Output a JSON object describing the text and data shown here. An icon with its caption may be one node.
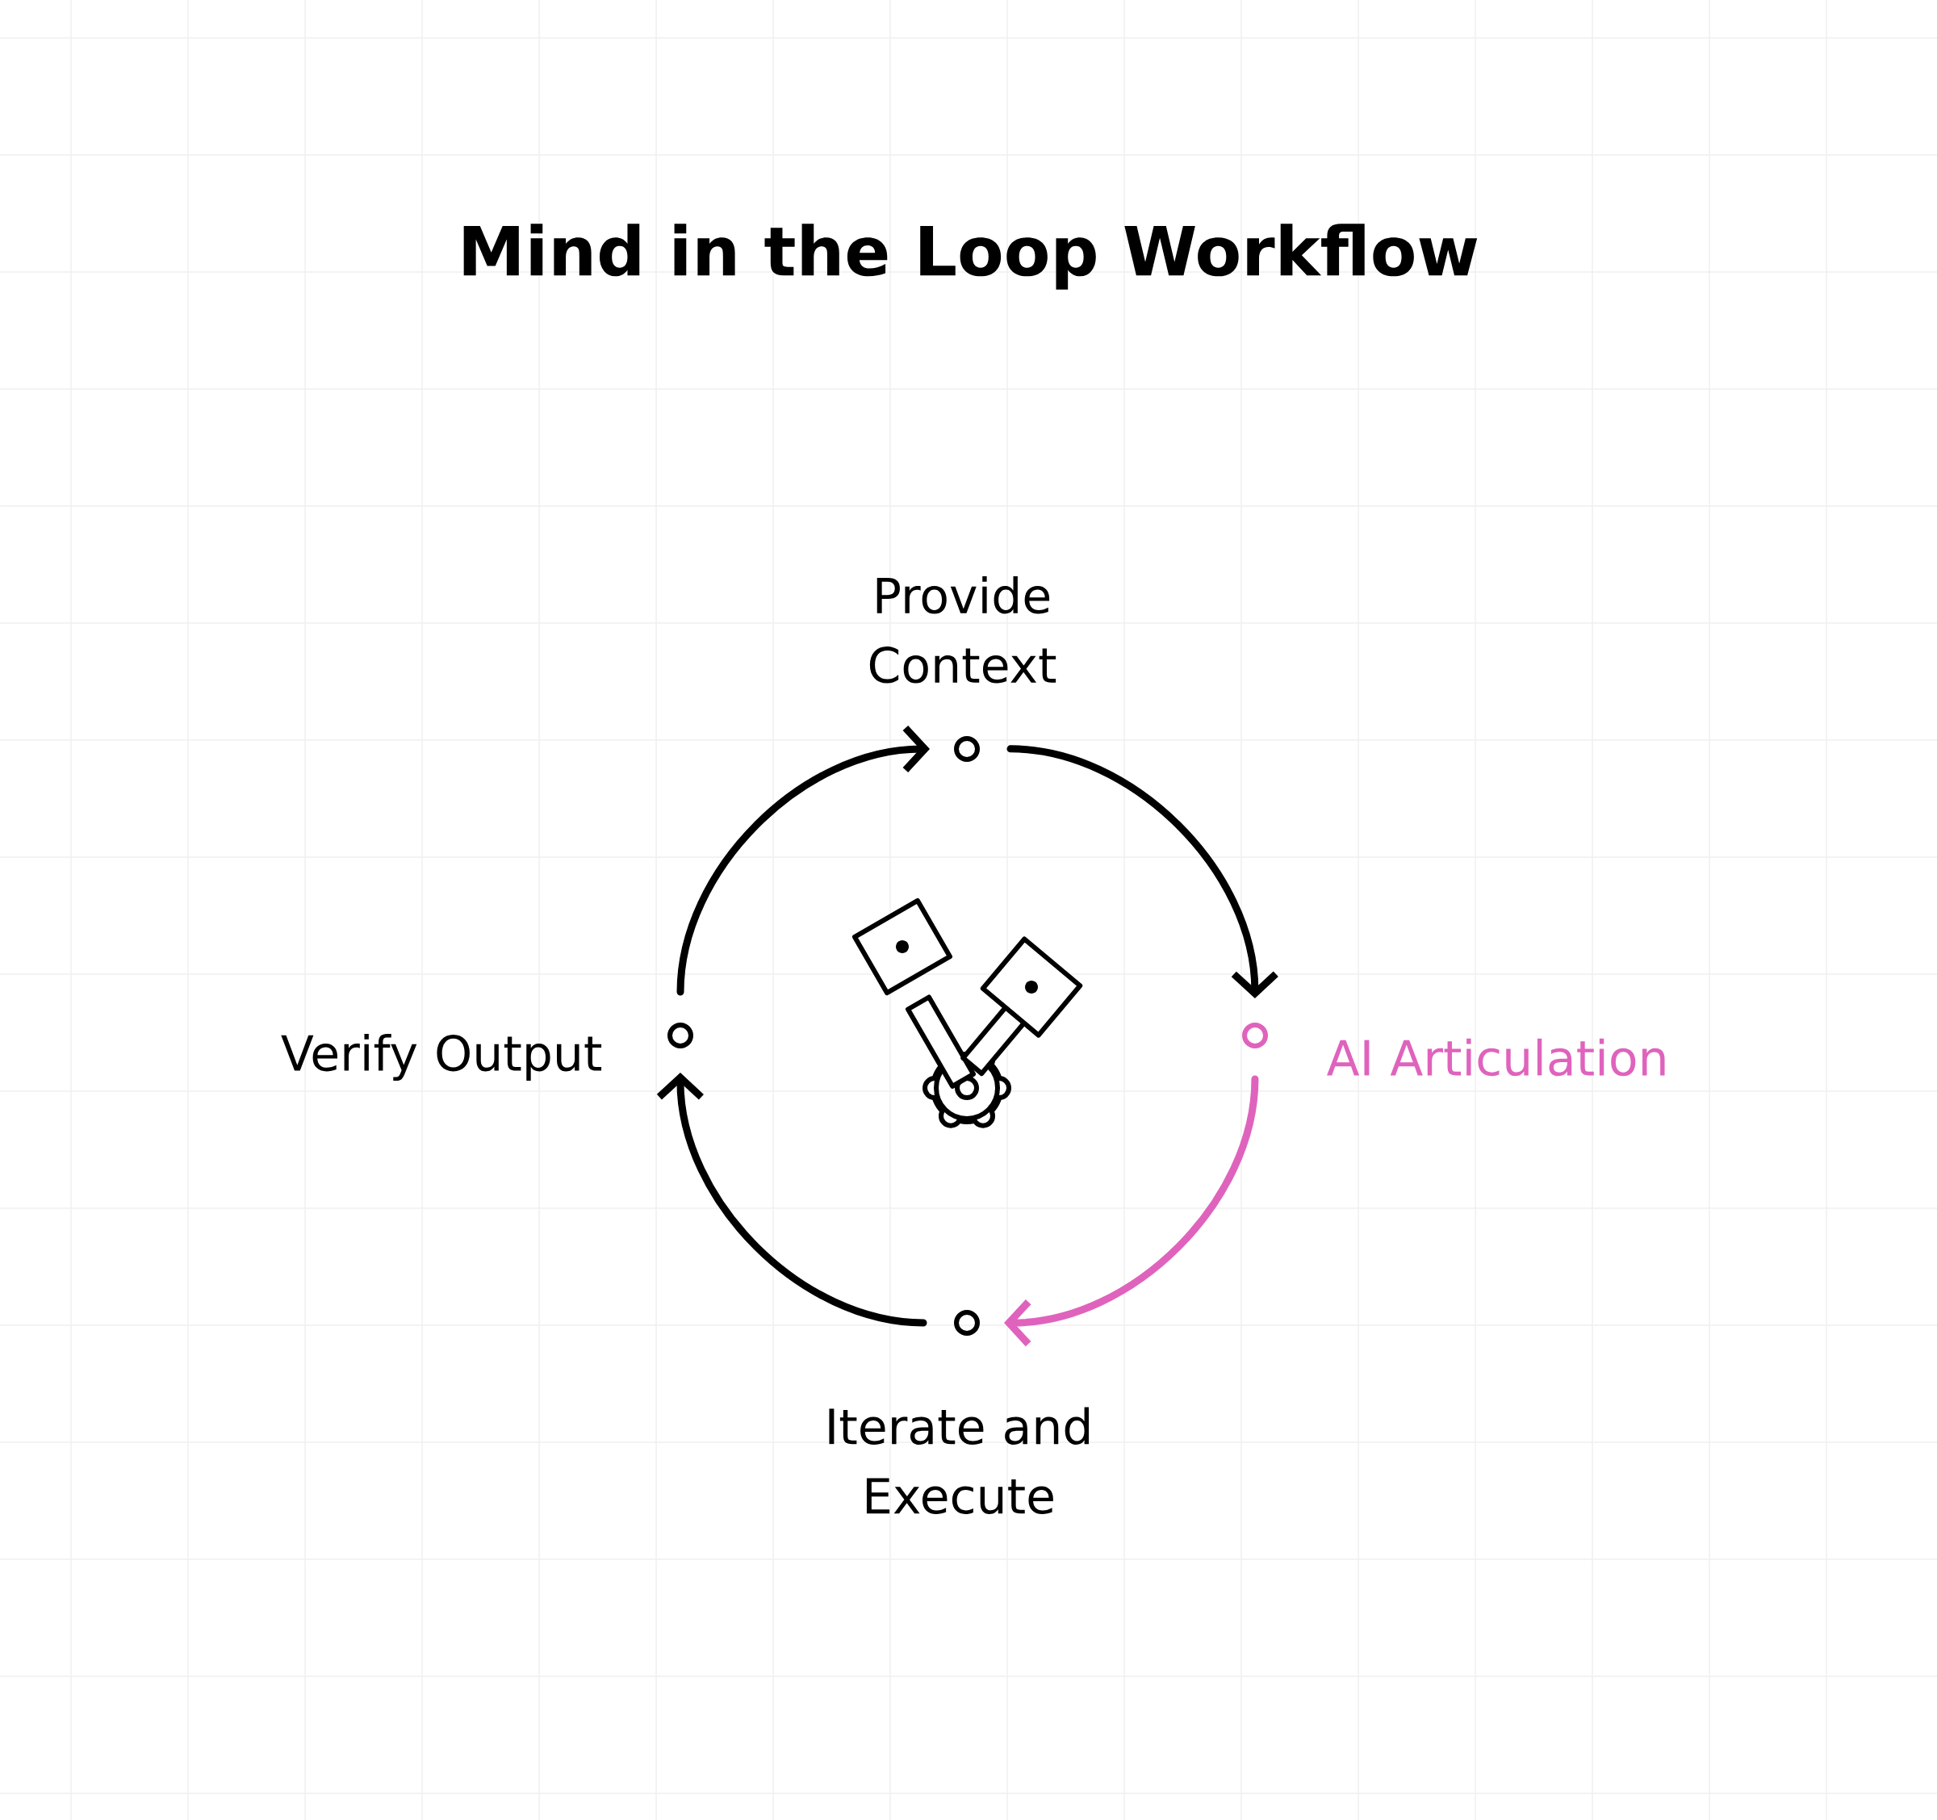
{
  "diagram": {
    "title": "Mind in the Loop Workflow",
    "nodes": [
      {
        "text": [],
        "shape": "circle",
        "beside": [
          "Provide Context"
        ]
      },
      {
        "text": [],
        "shape": "circle",
        "beside": [
          "AI Articulation"
        ]
      },
      {
        "text": [],
        "shape": "circle",
        "beside": [
          "Iterate and Execute"
        ]
      },
      {
        "text": [],
        "shape": "circle",
        "beside": [
          "Verify Output"
        ]
      }
    ],
    "edges": [
      {
        "from": 0,
        "to": 1,
        "arrow": "to"
      },
      {
        "from": 1,
        "to": 2,
        "arrow": "to",
        "color": "#df63bd"
      },
      {
        "from": 2,
        "to": 3,
        "arrow": "to"
      },
      {
        "from": 3,
        "to": 0,
        "arrow": "to"
      }
    ]
  }
}
